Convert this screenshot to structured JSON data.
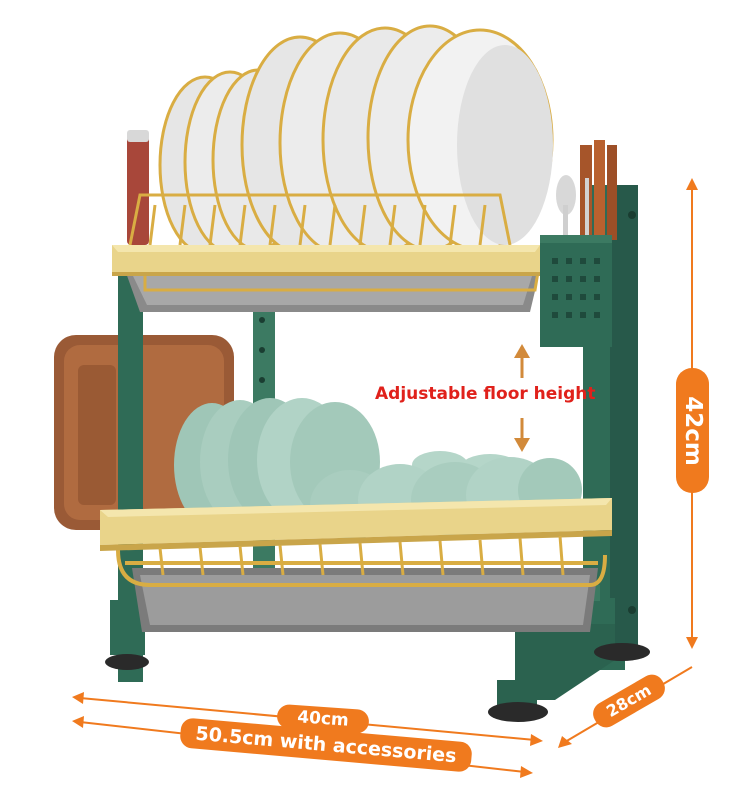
{
  "callout": {
    "text": "Adjustable floor height",
    "color": "#e0211b"
  },
  "dimensions": {
    "height": "42cm",
    "depth": "28cm",
    "width": "40cm",
    "width_with_accessories": "50.5cm with accessories",
    "pill_color": "#f07a1e"
  },
  "colors": {
    "frame": "#2f6b56",
    "tray": "#e9d48a",
    "gold_wire": "#d9ad43",
    "plate": "#ebebeb",
    "bowl": "#a9cdbf",
    "board": "#9a5a36"
  }
}
